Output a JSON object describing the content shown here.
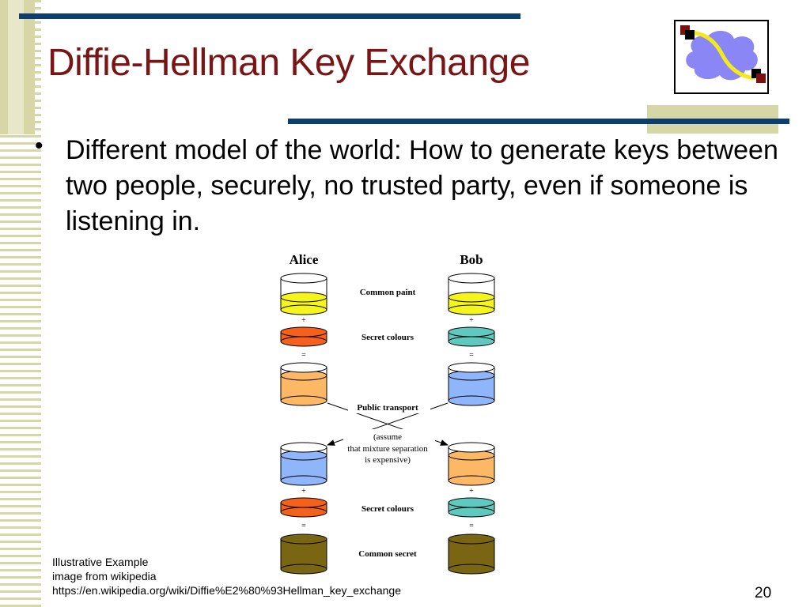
{
  "slide": {
    "title": "Diffie-Hellman Key Exchange",
    "bullet": "Different model of the world:  How to generate keys between two people, securely, no trusted party, even if someone is listening in.",
    "bullet_symbol": "•",
    "page_number": "20"
  },
  "footnote": {
    "line1": "Illustrative Example",
    "line2": "image from wikipedia",
    "line3": "https://en.wikipedia.org/wiki/Diffie%E2%80%93Hellman_key_exchange"
  },
  "logo": {
    "icon": "network-cloud-icon"
  },
  "diagram": {
    "alice_label": "Alice",
    "bob_label": "Bob",
    "common_paint_label": "Common paint",
    "secret_colours_label": "Secret colours",
    "public_transport_label": "Public transport",
    "assume_line1": "(assume",
    "assume_line2": "that mixture separation",
    "assume_line3": "is expensive)",
    "secret_colours_label_2": "Secret colours",
    "common_secret_label": "Common secret",
    "plus": "+",
    "equals": "=",
    "colors": {
      "common_paint": "#f5f51a",
      "alice_secret": "#f5601a",
      "bob_secret": "#5fc9c0",
      "alice_mix": "#fdb865",
      "bob_mix": "#8fb6fb",
      "common_secret": "#7a6512"
    }
  },
  "colors": {
    "title": "#7a1515",
    "accent_bar": "#0d3e6e",
    "stripe": "#d6d6a6"
  }
}
